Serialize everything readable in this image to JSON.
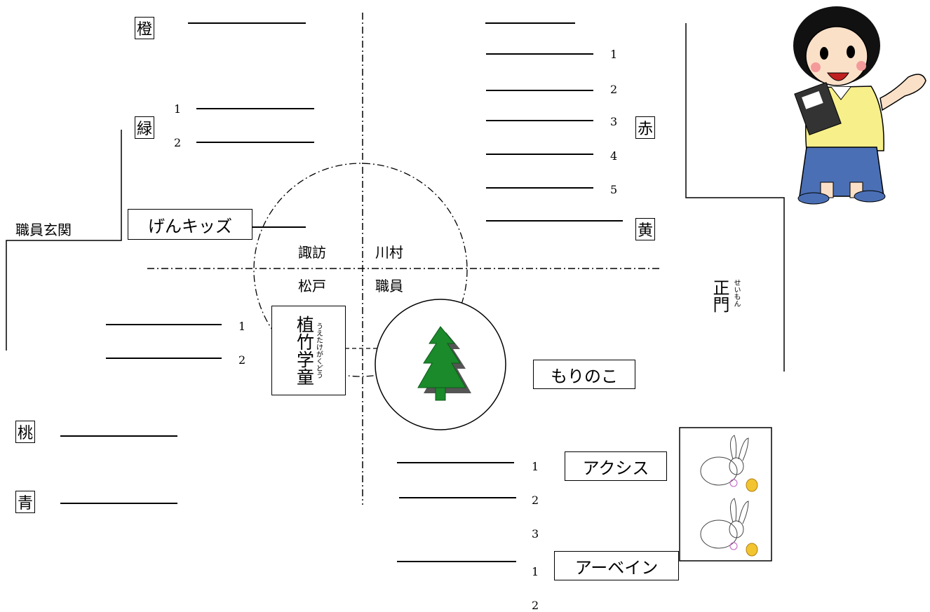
{
  "colors": {
    "orange": "橙",
    "green": "緑",
    "red": "赤",
    "yellow": "黄",
    "pink": "桃",
    "blue": "青"
  },
  "labels": {
    "staff_entrance": "職員玄関",
    "genkids": "げんキッズ",
    "suwa": "諏訪",
    "kawamura": "川村",
    "matsudo": "松戸",
    "staff": "職員",
    "uetake": "植竹学童",
    "uetake_ruby": "うえたけがくどう",
    "morinoko": "もりのこ",
    "seimon": "正門",
    "seimon_ruby": "せいもん",
    "axis": "アクシス",
    "abein": "アーベイン"
  },
  "numbers": {
    "red_slots": [
      "1",
      "2",
      "3",
      "4",
      "5"
    ],
    "green_slots": [
      "1",
      "2"
    ],
    "left_slots": [
      "1",
      "2"
    ],
    "axis_slots": [
      "1",
      "2",
      "3"
    ],
    "abein_slots": [
      "1",
      "2"
    ]
  },
  "icons": {
    "tree": "tree-icon",
    "teacher": "teacher-character-icon",
    "rabbit": "rabbit-illustration-icon"
  },
  "accent": {
    "tree_green": "#1a8a2a",
    "skirt_blue": "#4a6fb5",
    "jacket_yellow": "#f7ef8a"
  }
}
